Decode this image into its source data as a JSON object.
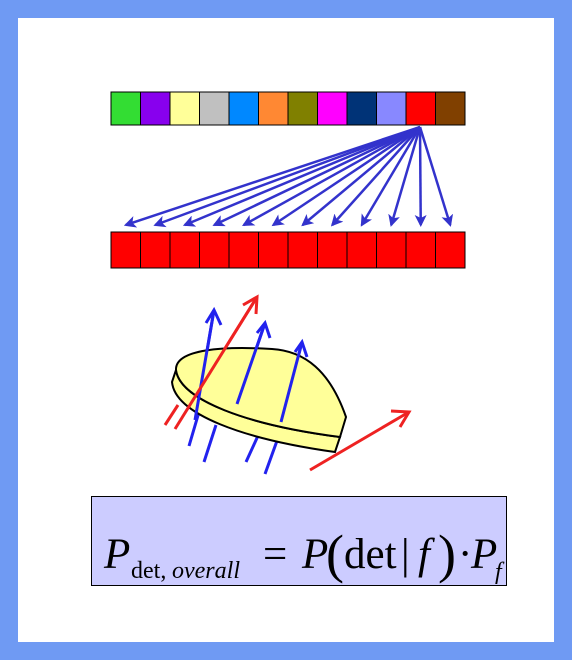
{
  "top_color_strip": [
    "#33dd33",
    "#8800ee",
    "#ffff99",
    "#c0c0c0",
    "#0088ff",
    "#ff8833",
    "#808000",
    "#ff00ff",
    "#003377",
    "#8888ff",
    "#ff0000",
    "#804000"
  ],
  "bottom_color_strip": [
    "#ff0000",
    "#ff0000",
    "#ff0000",
    "#ff0000",
    "#ff0000",
    "#ff0000",
    "#ff0000",
    "#ff0000",
    "#ff0000",
    "#ff0000",
    "#ff0000",
    "#ff0000"
  ],
  "arrow_color": "#3333cc",
  "ray_colors": {
    "blue": "#2222ee",
    "red": "#ee2222"
  },
  "lens_colors": {
    "fill": "#ffff99",
    "stroke": "#000000"
  },
  "formula": {
    "lhs_symbol": "P",
    "lhs_subscript": "det,",
    "lhs_subscript_italic": "overall",
    "equals": "=",
    "rhs_p": "P",
    "open_paren": "(",
    "det": "det",
    "bar": "|",
    "f": "f",
    "close_paren": ")",
    "dot": "·",
    "pf": "P",
    "pf_subscript": "f"
  },
  "formula_box_color": "#ccccff",
  "border_color": "#6f9af3"
}
